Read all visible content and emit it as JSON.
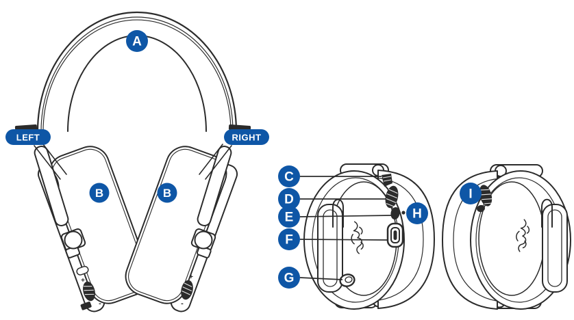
{
  "colors": {
    "accent_blue": "#0e56a6",
    "line_art": "#2b2b2b",
    "background": "#ffffff",
    "label_text": "#ffffff"
  },
  "front_view": {
    "headband_callout": "A",
    "left_pill": "LEFT",
    "right_pill": "RIGHT",
    "left_earcup_callout": "B",
    "right_earcup_callout": "B",
    "volume_plus_mark": "+",
    "volume_minus_mark": "-"
  },
  "side_view": {
    "callout_c": "C",
    "callout_d": "D",
    "callout_e": "E",
    "callout_f": "F",
    "callout_g": "G",
    "callout_h": "H",
    "callout_i": "I"
  },
  "icons": {
    "brand_logo": "razer-snake-logo",
    "usb_port": "usb-c-port",
    "audio_jack": "3.5mm-jack",
    "volume_wheel": "knurled-roller"
  }
}
